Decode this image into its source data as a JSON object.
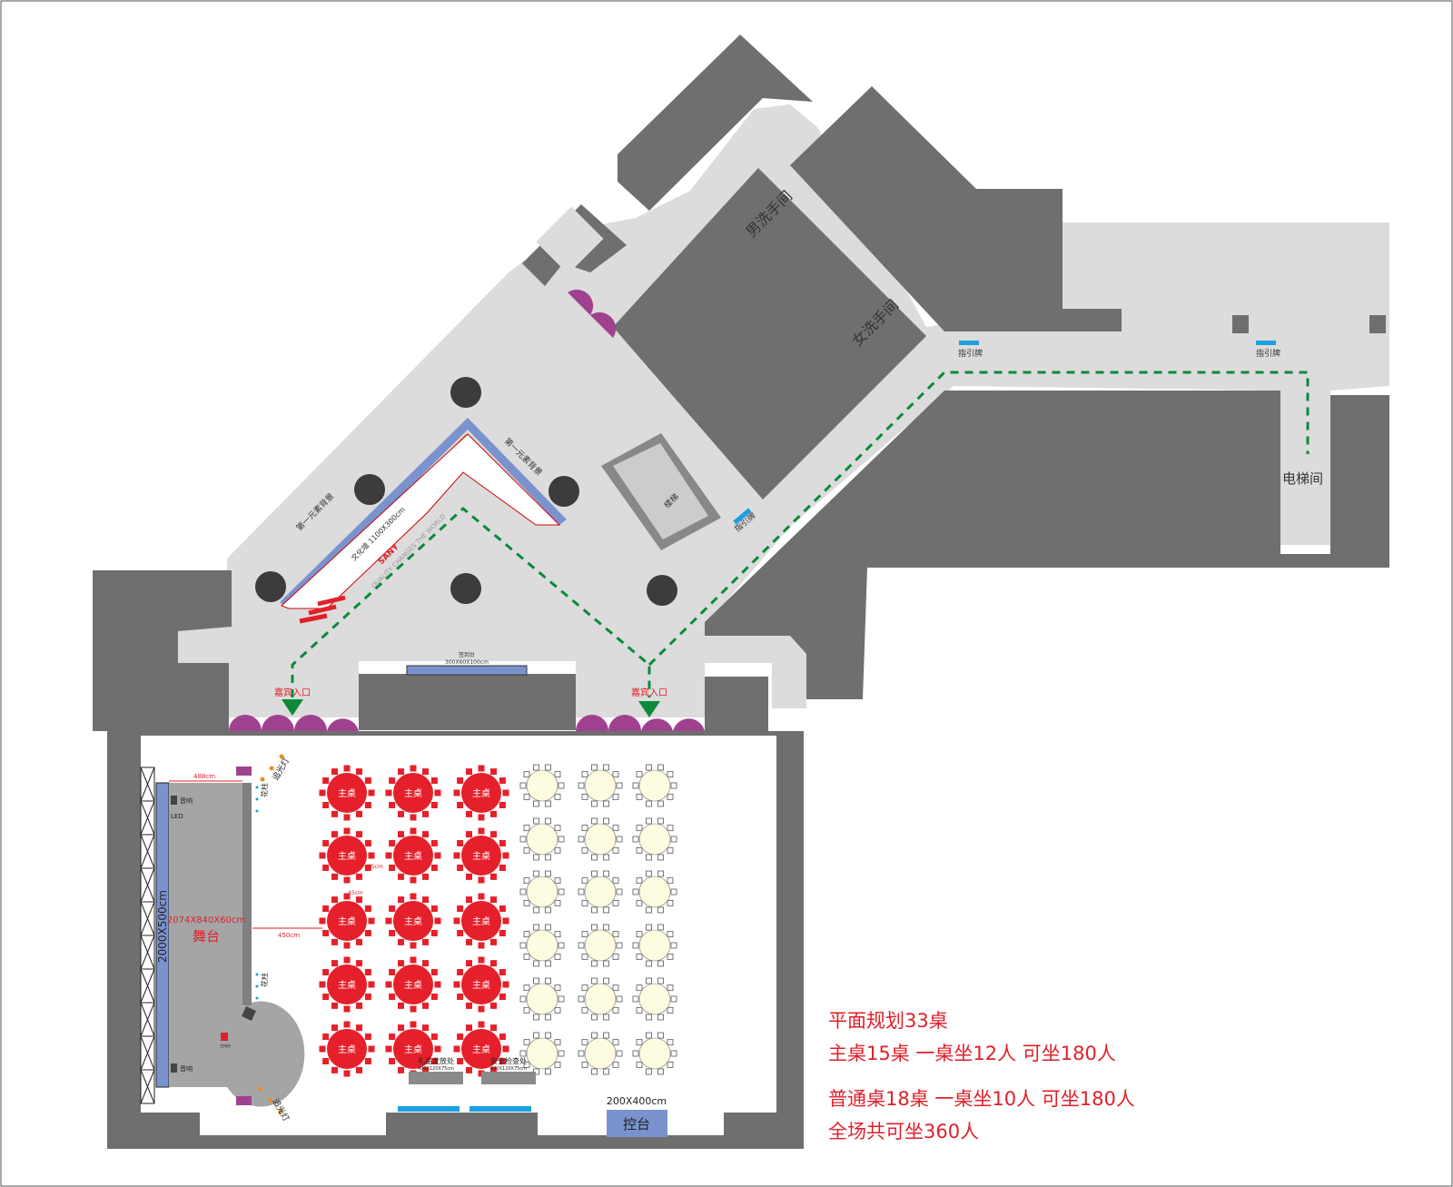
{
  "colors": {
    "wall": "#6f6f6f",
    "floor": "#dcdcdc",
    "main_table": "#e5202a",
    "normal_table": "#fdfbe0",
    "accent_red": "#e0202a",
    "path_green": "#0b8a3a",
    "led": "#7a93cf",
    "door": "#a0418f"
  },
  "rooms": {
    "male_restroom": "男洗手间",
    "female_restroom": "女洗手间",
    "elevator": "电梯间",
    "stairs": "楼梯"
  },
  "signs": [
    "指引牌",
    "指引牌",
    "指引牌"
  ],
  "entrances": [
    "嘉宾入口",
    "嘉宾入口"
  ],
  "lobby": {
    "wall_left": "第一元素背景",
    "wall_right": "第一元素背景",
    "booth_size": "文化墙 1100X300cm",
    "brand": "SANY",
    "slogan": "QUALITY CHANGES THE WORLD",
    "sign_desk": "签到台",
    "sign_desk_size": "300X60X100cm"
  },
  "stage": {
    "name": "舞台",
    "size": "2074X840X60cm",
    "led_size": "2000X500cm",
    "led_label": "LED",
    "width_dim": "488cm",
    "dist_dim": "450cm",
    "table_gap": "45cm",
    "row_gap": "45cm",
    "speaker": "音响",
    "mic": "主持台",
    "spot": "追光灯",
    "pillar": "花柱"
  },
  "main_tables": {
    "label": "主桌",
    "count": 15
  },
  "normal_tables": {
    "count": 18
  },
  "service": [
    {
      "label": "礼品发放处",
      "size": "400X120X75cm"
    },
    {
      "label": "安全检查处",
      "size": "400X120X75cm"
    }
  ],
  "control": {
    "size": "200X400cm",
    "label": "控台"
  },
  "notes": [
    "平面规划33桌",
    "主桌15桌 一桌坐12人 可坐180人",
    "普通桌18桌   一桌坐10人 可坐180人",
    "全场共可坐360人"
  ]
}
